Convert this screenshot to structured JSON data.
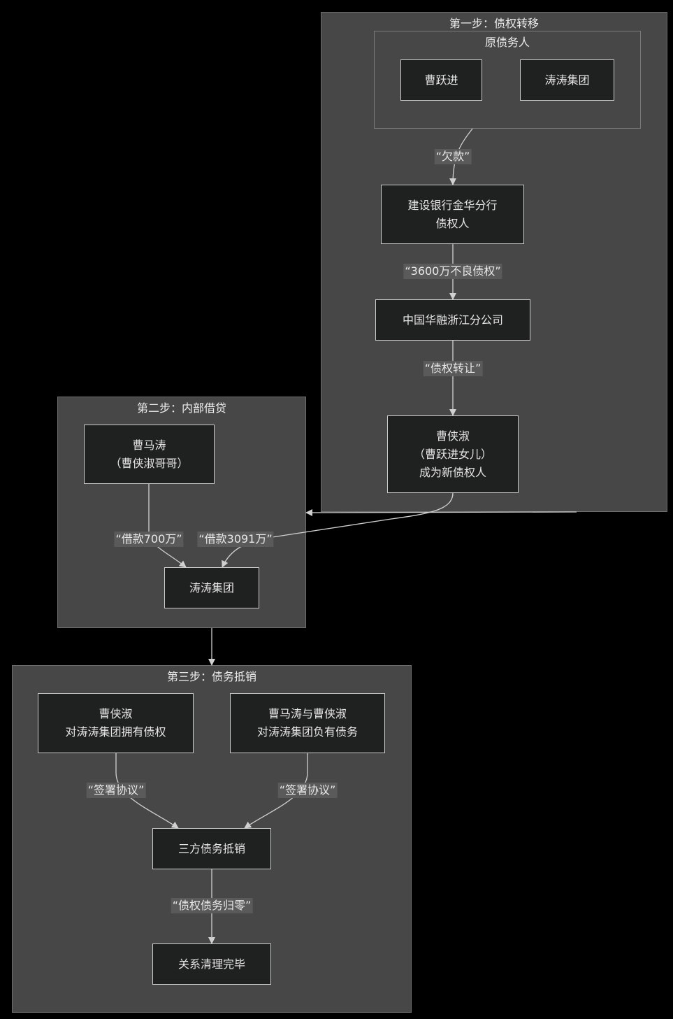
{
  "clusters": {
    "step1": "第一步：债权转移",
    "step1_sub": "原债务人",
    "step2": "第二步：内部借贷",
    "step3": "第三步：债务抵销"
  },
  "nodes": {
    "cao_yuejin": "曹跃进",
    "taotao_group_1": "涛涛集团",
    "ccb_jinhua": "建设银行金华分行\n债权人",
    "huarong_zj": "中国华融浙江分公司",
    "cao_xiashu_creditor": "曹侠淑\n（曹跃进女儿）\n成为新债权人",
    "cao_matao": "曹马涛\n（曹侠淑哥哥）",
    "taotao_group_2": "涛涛集团",
    "cao_xiashu_claim": "曹侠淑\n对涛涛集团拥有债权",
    "both_debt": "曹马涛与曹侠淑\n对涛涛集团负有债务",
    "tripartite_offset": "三方债务抵销",
    "cleared": "关系清理完毕"
  },
  "edges": {
    "owes": "“欠款”",
    "bad_debt": "“3600万不良债权”",
    "transfer": "“债权转让”",
    "loan_700": "“借款700万”",
    "loan_3091": "“借款3091万”",
    "sign_left": "“签署协议”",
    "sign_right": "“签署协议”",
    "zero": "“债权债务归零”"
  },
  "colors": {
    "background": "#000000",
    "cluster_fill": "#474747",
    "node_fill": "#1f2020",
    "node_border": "#cccccc",
    "edge": "#d0d0d0",
    "label_bg": "#5a5a5a"
  }
}
